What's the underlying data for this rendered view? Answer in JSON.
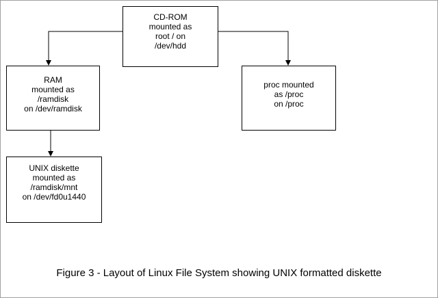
{
  "diagram": {
    "nodes": {
      "cdrom": {
        "lines": [
          "CD-ROM",
          "mounted as",
          "root / on",
          "/dev/hdd"
        ]
      },
      "ram": {
        "lines": [
          "RAM",
          "mounted as",
          "/ramdisk",
          "on /dev/ramdisk"
        ]
      },
      "proc": {
        "lines": [
          "proc mounted",
          "as /proc",
          "on /proc"
        ]
      },
      "diskette": {
        "lines": [
          "UNIX diskette",
          "mounted as",
          "/ramdisk/mnt",
          "on /dev/fd0u1440"
        ]
      }
    },
    "caption": "Figure 3 - Layout of Linux File System showing UNIX formatted diskette",
    "line_color": "#000000"
  }
}
